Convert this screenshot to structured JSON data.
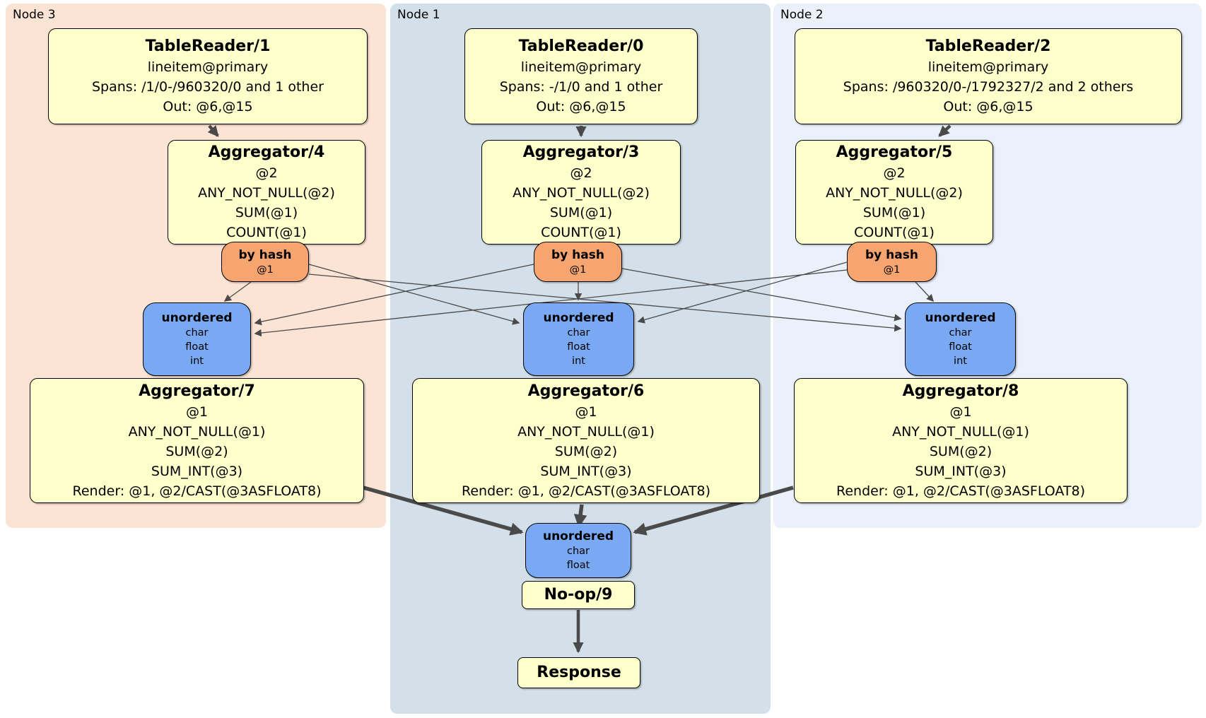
{
  "colors": {
    "node3-bg": "#fce4d4",
    "node1-bg": "#d3e0e9",
    "node2-bg": "#eaf1fa",
    "proc-fill": "#ffffcc",
    "router-fill": "#f6a470",
    "sync-fill": "#79a9f2",
    "edge": "#4a4a4a"
  },
  "node3": {
    "label": "Node 3",
    "tablereader": {
      "title": "TableReader/1",
      "rows": [
        "lineitem@primary",
        "Spans: /1/0-/960320/0 and 1 other",
        "Out: @6,@15"
      ]
    },
    "aggregator_top": {
      "title": "Aggregator/4",
      "rows": [
        "@2",
        "ANY_NOT_NULL(@2)",
        "SUM(@1)",
        "COUNT(@1)"
      ]
    },
    "router": {
      "title": "by hash",
      "detail": "@1"
    },
    "sync": {
      "title": "unordered",
      "rows": [
        "char",
        "float",
        "int"
      ]
    },
    "aggregator_bottom": {
      "title": "Aggregator/7",
      "rows": [
        "@1",
        "ANY_NOT_NULL(@1)",
        "SUM(@2)",
        "SUM_INT(@3)",
        "Render: @1, @2/CAST(@3ASFLOAT8)"
      ]
    }
  },
  "node1": {
    "label": "Node 1",
    "tablereader": {
      "title": "TableReader/0",
      "rows": [
        "lineitem@primary",
        "Spans: -/1/0 and 1 other",
        "Out: @6,@15"
      ]
    },
    "aggregator_top": {
      "title": "Aggregator/3",
      "rows": [
        "@2",
        "ANY_NOT_NULL(@2)",
        "SUM(@1)",
        "COUNT(@1)"
      ]
    },
    "router": {
      "title": "by hash",
      "detail": "@1"
    },
    "sync": {
      "title": "unordered",
      "rows": [
        "char",
        "float",
        "int"
      ]
    },
    "aggregator_bottom": {
      "title": "Aggregator/6",
      "rows": [
        "@1",
        "ANY_NOT_NULL(@1)",
        "SUM(@2)",
        "SUM_INT(@3)",
        "Render: @1, @2/CAST(@3ASFLOAT8)"
      ]
    }
  },
  "node2": {
    "label": "Node 2",
    "tablereader": {
      "title": "TableReader/2",
      "rows": [
        "lineitem@primary",
        "Spans: /960320/0-/1792327/2 and 2 others",
        "Out: @6,@15"
      ]
    },
    "aggregator_top": {
      "title": "Aggregator/5",
      "rows": [
        "@2",
        "ANY_NOT_NULL(@2)",
        "SUM(@1)",
        "COUNT(@1)"
      ]
    },
    "router": {
      "title": "by hash",
      "detail": "@1"
    },
    "sync": {
      "title": "unordered",
      "rows": [
        "char",
        "float",
        "int"
      ]
    },
    "aggregator_bottom": {
      "title": "Aggregator/8",
      "rows": [
        "@1",
        "ANY_NOT_NULL(@1)",
        "SUM(@2)",
        "SUM_INT(@3)",
        "Render: @1, @2/CAST(@3ASFLOAT8)"
      ]
    }
  },
  "output": {
    "sync": {
      "title": "unordered",
      "rows": [
        "char",
        "float"
      ]
    },
    "noop": {
      "title": "No-op/9"
    },
    "response": {
      "title": "Response"
    }
  }
}
